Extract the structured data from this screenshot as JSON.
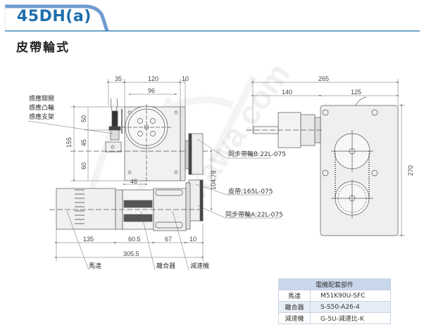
{
  "header": {
    "model": "45DH(a)",
    "subtitle": "皮帶輪式",
    "accent_color": "#1c6fae",
    "tab_color": "#6f9bd0"
  },
  "dimensions": {
    "top": [
      "35",
      "120",
      "10",
      "96"
    ],
    "left_vertical": [
      "155",
      "50",
      "45",
      "60"
    ],
    "belt_center": "104.78",
    "small_46": "46",
    "bottom": [
      "135",
      "60.5",
      "67",
      "10"
    ],
    "bottom_total": "305.5",
    "right_top_total": "265",
    "right_top_parts": [
      "140",
      "125"
    ],
    "right_height": "270"
  },
  "labels": {
    "sensor_switch": "感應開關",
    "sensor_cam": "感應凸輪",
    "sensor_bracket": "感應支架",
    "pulley_b": "同步帶輪B:22L-075",
    "belt": "皮帶:165L-075",
    "pulley_a": "同步帶輪A:22L-075",
    "motor": "馬達",
    "clutch": "離合器",
    "reducer": "減速機"
  },
  "parts_table": {
    "title": "電機配套部件",
    "rows": [
      {
        "name": "馬達",
        "value": "M51K90U-SFC"
      },
      {
        "name": "離合器",
        "value": "S-S50-A26-4"
      },
      {
        "name": "減速機",
        "value": "G-5U-減速比-K"
      }
    ]
  },
  "watermark": "hokawa.com"
}
